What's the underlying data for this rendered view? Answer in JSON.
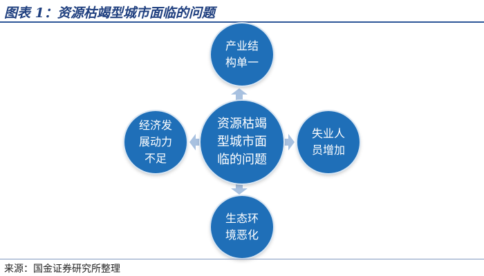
{
  "header": {
    "title": "图表 1：资源枯竭型城市面临的问题"
  },
  "diagram": {
    "center": "资源枯竭\n型城市面\n临的问题",
    "nodes": {
      "top": "产业结\n构单一",
      "right": "失业人\n员增加",
      "bottom": "生态环\n境恶化",
      "left": "经济发\n展动力\n不足"
    }
  },
  "footer": {
    "source": "来源：国金证券研究所整理"
  },
  "colors": {
    "circle_fill": "#1f6fb8",
    "arrow_fill": "#a8c1e0",
    "title_color": "#1f3f7f"
  }
}
